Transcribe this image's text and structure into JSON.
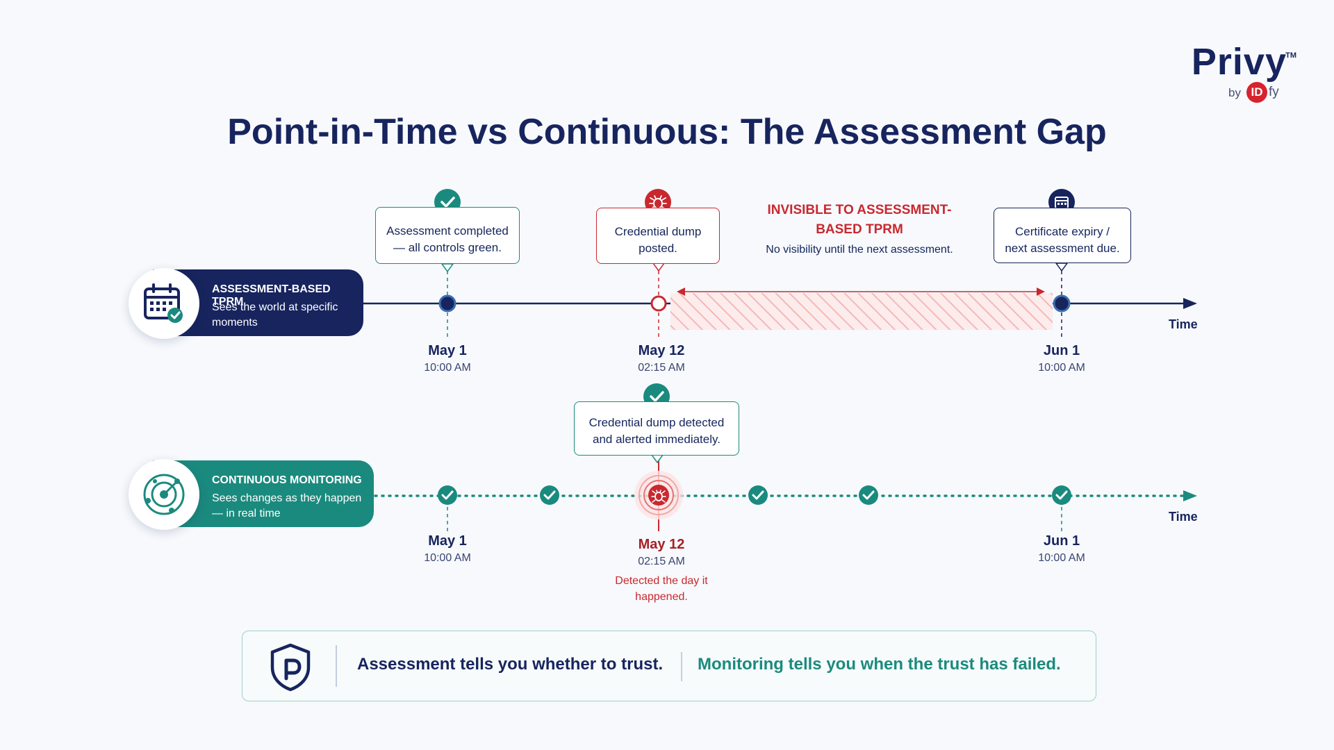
{
  "logo": {
    "wordmark": "Privy",
    "tm": "TM",
    "by": "by",
    "partner_id": "ID",
    "partner_fy": "fy"
  },
  "title": "Point-in-Time vs Continuous: The Assessment Gap",
  "assessment": {
    "label_title": "ASSESSMENT-BASED TPRM",
    "label_sub": "Sees the world at specific moments",
    "callouts": {
      "completed": "Assessment completed — all controls green.",
      "dump": "Credential dump posted.",
      "expiry": "Certificate expiry / next assessment due."
    },
    "invisible_title": "INVISIBLE TO ASSESSMENT-BASED TPRM",
    "invisible_sub": "No visibility until the next assessment.",
    "dates": [
      {
        "date": "May 1",
        "time": "10:00 AM"
      },
      {
        "date": "May 12",
        "time": "02:15 AM"
      },
      {
        "date": "Jun 1",
        "time": "10:00 AM"
      }
    ],
    "axis_label": "Time"
  },
  "continuous": {
    "label_title": "CONTINUOUS MONITORING",
    "label_sub": "Sees changes as they happen — in real time",
    "callout": "Credential dump detected and alerted immediately.",
    "dates": [
      {
        "date": "May 1",
        "time": "10:00 AM"
      },
      {
        "date": "May 12",
        "time": "02:15 AM"
      },
      {
        "date": "Jun 1",
        "time": "10:00 AM"
      }
    ],
    "detected_note": "Detected the day it happened.",
    "axis_label": "Time"
  },
  "banner": {
    "left": "Assessment tells you whether to trust.",
    "right": "Monitoring tells you when the trust has failed."
  },
  "colors": {
    "navy": "#17245e",
    "teal": "#1b8a7e",
    "red": "#c9282f"
  }
}
